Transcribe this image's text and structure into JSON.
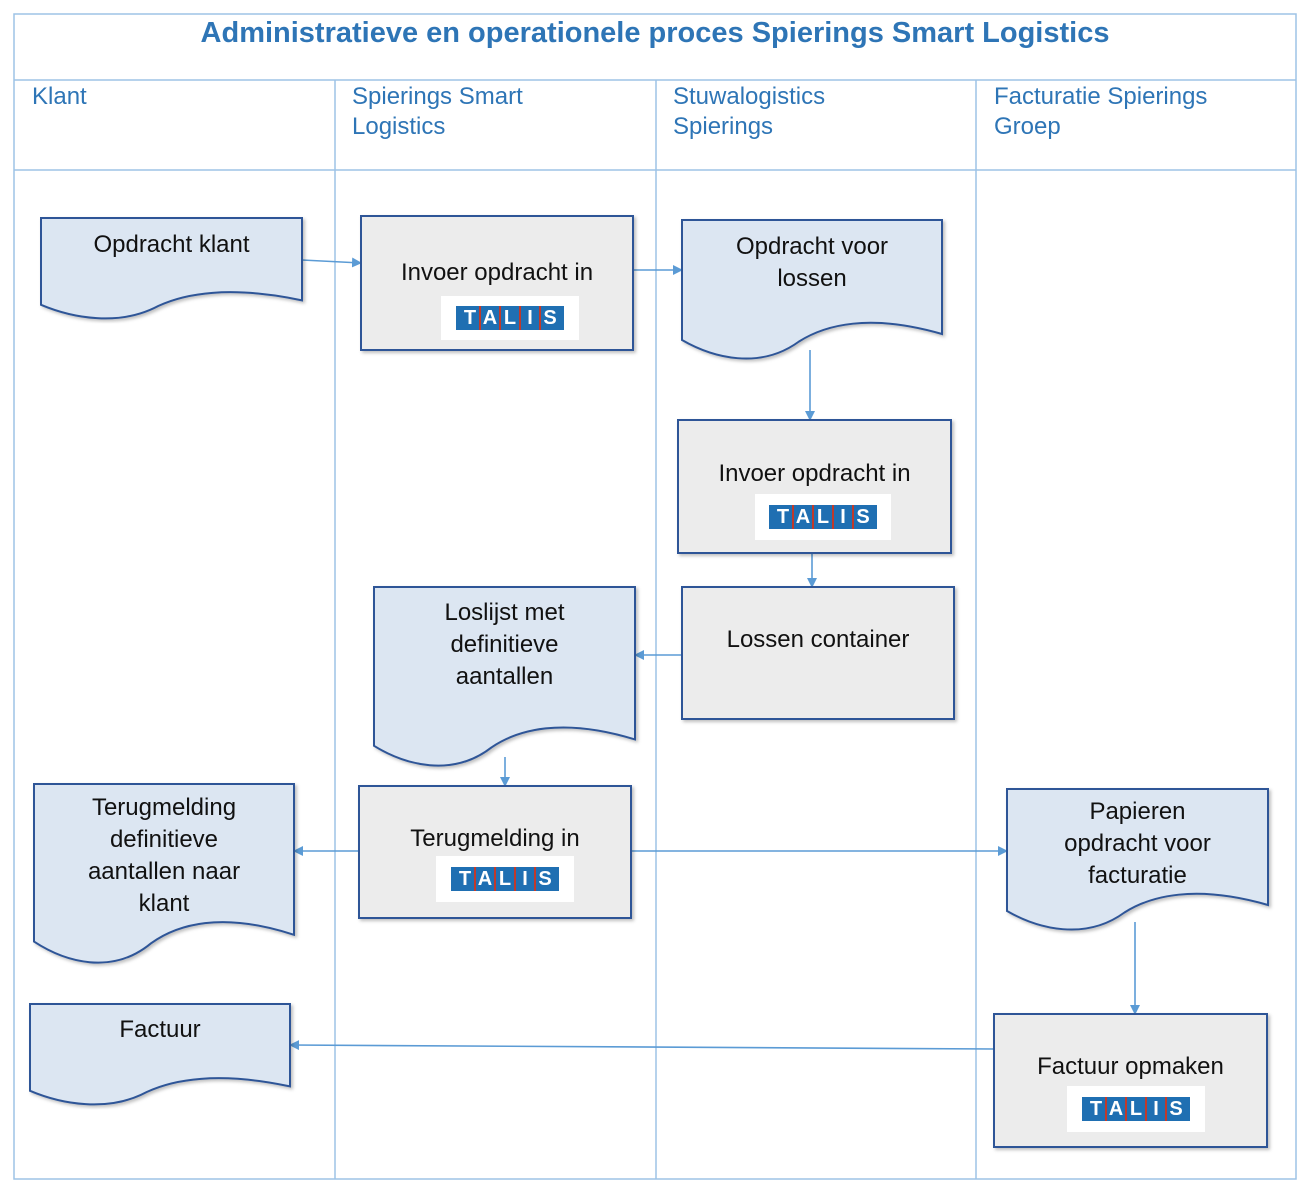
{
  "title": "Administratieve en operationele proces Spierings Smart Logistics",
  "lanes": [
    {
      "lines": [
        "Klant"
      ]
    },
    {
      "lines": [
        "Spierings Smart",
        "Logistics"
      ]
    },
    {
      "lines": [
        "Stuwalogistics",
        "Spierings"
      ]
    },
    {
      "lines": [
        "Facturatie Spierings",
        "Groep"
      ]
    }
  ],
  "nodes": {
    "opdracht_klant": {
      "type": "document",
      "lines": [
        "Opdracht klant"
      ]
    },
    "invoer_ssl": {
      "type": "process",
      "lines": [
        "Invoer opdracht in"
      ],
      "logo": "TALIS"
    },
    "opdracht_lossen": {
      "type": "document",
      "lines": [
        "Opdracht voor",
        "lossen"
      ]
    },
    "invoer_stuwa": {
      "type": "process",
      "lines": [
        "Invoer opdracht in"
      ],
      "logo": "TALIS"
    },
    "lossen_container": {
      "type": "process",
      "lines": [
        "Lossen container"
      ]
    },
    "loslijst": {
      "type": "document",
      "lines": [
        "Loslijst met",
        "definitieve",
        "aantallen"
      ]
    },
    "terugmelding_in": {
      "type": "process",
      "lines": [
        "Terugmelding in"
      ],
      "logo": "TALIS"
    },
    "terugmelding_klant": {
      "type": "document",
      "lines": [
        "Terugmelding",
        "definitieve",
        "aantallen naar",
        "klant"
      ]
    },
    "papieren_opdracht": {
      "type": "document",
      "lines": [
        "Papieren",
        "opdracht voor",
        "facturatie"
      ]
    },
    "factuur_opmaken": {
      "type": "process",
      "lines": [
        "Factuur opmaken"
      ],
      "logo": "TALIS"
    },
    "factuur": {
      "type": "document",
      "lines": [
        "Factuur"
      ]
    }
  },
  "edges": [
    {
      "from": "opdracht_klant",
      "to": "invoer_ssl"
    },
    {
      "from": "invoer_ssl",
      "to": "opdracht_lossen"
    },
    {
      "from": "opdracht_lossen",
      "to": "invoer_stuwa"
    },
    {
      "from": "invoer_stuwa",
      "to": "lossen_container"
    },
    {
      "from": "lossen_container",
      "to": "loslijst"
    },
    {
      "from": "loslijst",
      "to": "terugmelding_in"
    },
    {
      "from": "terugmelding_in",
      "to": "terugmelding_klant"
    },
    {
      "from": "terugmelding_in",
      "to": "papieren_opdracht"
    },
    {
      "from": "papieren_opdracht",
      "to": "factuur_opmaken"
    },
    {
      "from": "factuur_opmaken",
      "to": "factuur"
    }
  ],
  "colors": {
    "title": "#2e75b6",
    "lane_line": "#9dc3e6",
    "document_fill": "#dce6f2",
    "process_fill": "#ececec",
    "shape_stroke": "#2f5597",
    "arrow": "#5b9bd5",
    "logo_blue": "#1f6fb2",
    "logo_red": "#c0392b"
  }
}
